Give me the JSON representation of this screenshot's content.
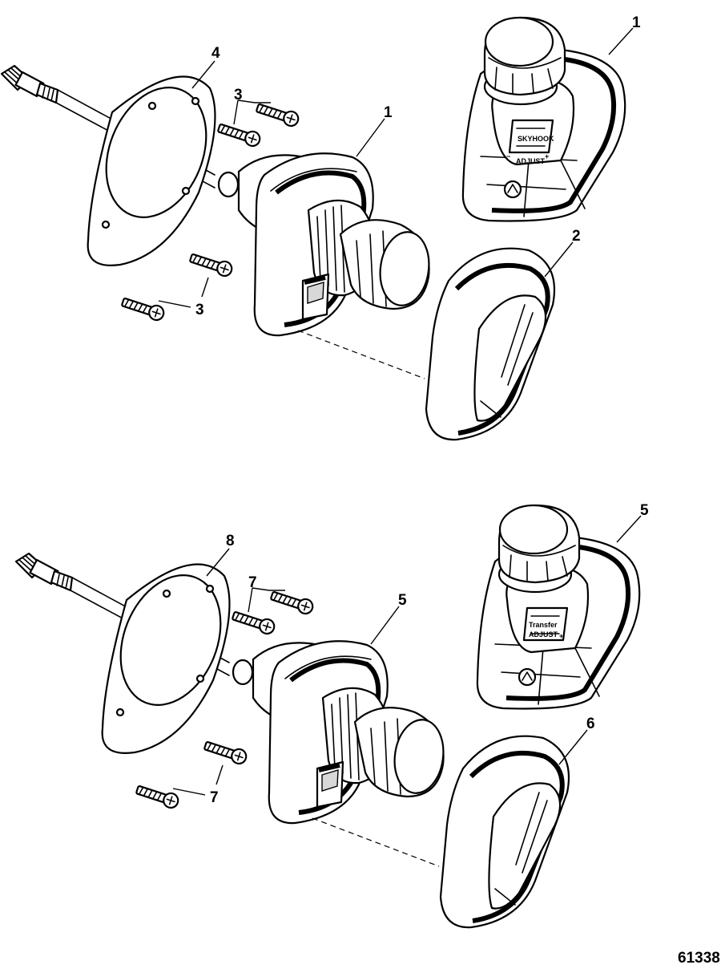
{
  "figure_id": "61338",
  "top_assembly": {
    "callouts": {
      "controller": "1",
      "controller_installed": "1",
      "cover": "2",
      "screws_upper": "3",
      "screws_lower": "3",
      "gasket": "4"
    },
    "panel_labels": {
      "skyhook": "SKYHOOK",
      "adjust": "ADJUST",
      "minus": "−",
      "plus": "+"
    }
  },
  "bottom_assembly": {
    "callouts": {
      "controller": "5",
      "controller_installed": "5",
      "cover": "6",
      "screws_upper": "7",
      "screws_lower": "7",
      "gasket": "8"
    },
    "panel_labels": {
      "transfer": "Transfer",
      "adjust": "ADJUST",
      "plus": "+"
    }
  }
}
